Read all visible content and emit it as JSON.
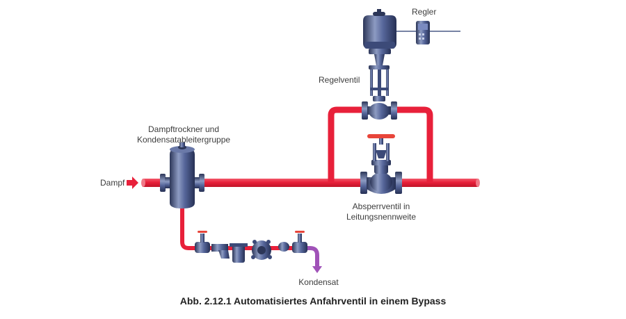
{
  "labels": {
    "regler": "Regler",
    "regelventil": "Regelventil",
    "trockner_line1": "Dampftrockner und",
    "trockner_line2": "Kondensatableitergruppe",
    "dampf": "Dampf",
    "absperr_line1": "Absperrventil in",
    "absperr_line2": "Leitungsnennweite",
    "kondensat": "Kondensat"
  },
  "caption": "Abb. 2.12.1 Automatisiertes Anfahrventil in einem Bypass",
  "colors": {
    "steam_pipe": "#e8203a",
    "condensate_pipe": "#a052b8",
    "equipment": "#4a5a86",
    "equipment_light": "#8d9bc2",
    "equipment_dark": "#2c3658",
    "handwheel": "#e8453a",
    "arrow": "#e8203a"
  }
}
